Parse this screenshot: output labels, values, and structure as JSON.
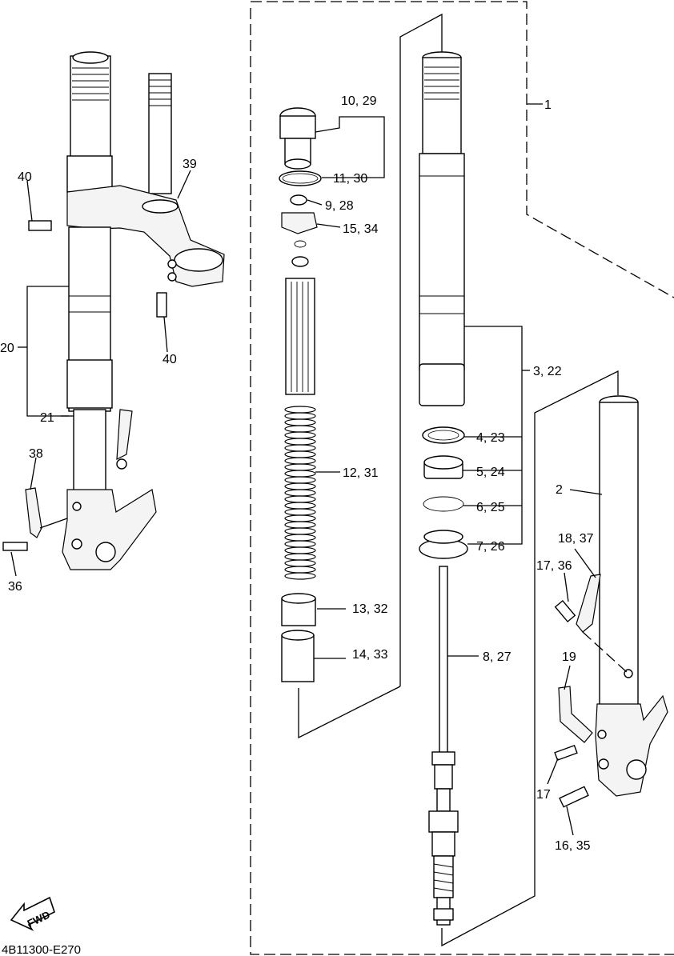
{
  "diagram_code": "4B11300-E270",
  "fwd_label": "FWD",
  "callouts": {
    "c1": "1",
    "c2": "2",
    "c3_22": "3, 22",
    "c4_23": "4, 23",
    "c5_24": "5, 24",
    "c6_25": "6, 25",
    "c7_26": "7, 26",
    "c8_27": "8, 27",
    "c9_28": "9, 28",
    "c10_29": "10, 29",
    "c11_30": "11, 30",
    "c12_31": "12, 31",
    "c13_32": "13, 32",
    "c14_33": "14, 33",
    "c15_34": "15, 34",
    "c16_35": "16, 35",
    "c17": "17",
    "c17_36": "17, 36",
    "c18_37": "18, 37",
    "c19": "19",
    "c20": "20",
    "c21": "21",
    "c36": "36",
    "c38": "38",
    "c39": "39",
    "c40_top": "40",
    "c40_bottom": "40"
  }
}
